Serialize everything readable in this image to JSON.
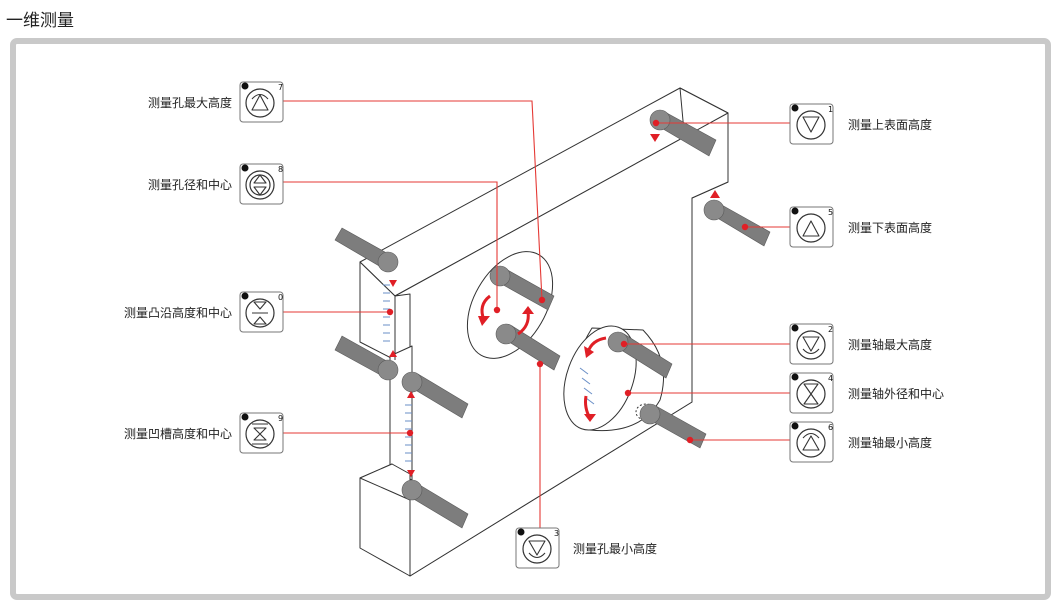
{
  "title": "一维测量",
  "functions": [
    {
      "key": "hole-max-height",
      "label": "测量孔最大高度",
      "num": "7",
      "glyph": "up-triangle-arc"
    },
    {
      "key": "hole-diameter-center",
      "label": "测量孔径和中心",
      "num": "8",
      "glyph": "double-triangle"
    },
    {
      "key": "boss-height-center",
      "label": "测量凸沿高度和中心",
      "num": "0",
      "glyph": "boss"
    },
    {
      "key": "groove-height-center",
      "label": "测量凹槽高度和中心",
      "num": "9",
      "glyph": "groove"
    },
    {
      "key": "top-surface-height",
      "label": "测量上表面高度",
      "num": "1",
      "glyph": "down-triangle"
    },
    {
      "key": "bottom-surface-height",
      "label": "测量下表面高度",
      "num": "5",
      "glyph": "up-triangle"
    },
    {
      "key": "shaft-max-height",
      "label": "测量轴最大高度",
      "num": "2",
      "glyph": "down-triangle-arc"
    },
    {
      "key": "shaft-diameter-center",
      "label": "测量轴外径和中心",
      "num": "4",
      "glyph": "hourglass"
    },
    {
      "key": "shaft-min-height",
      "label": "测量轴最小高度",
      "num": "6",
      "glyph": "up-triangle-arc"
    },
    {
      "key": "hole-min-height",
      "label": "测量孔最小高度",
      "num": "3",
      "glyph": "down-triangle-arc"
    }
  ]
}
